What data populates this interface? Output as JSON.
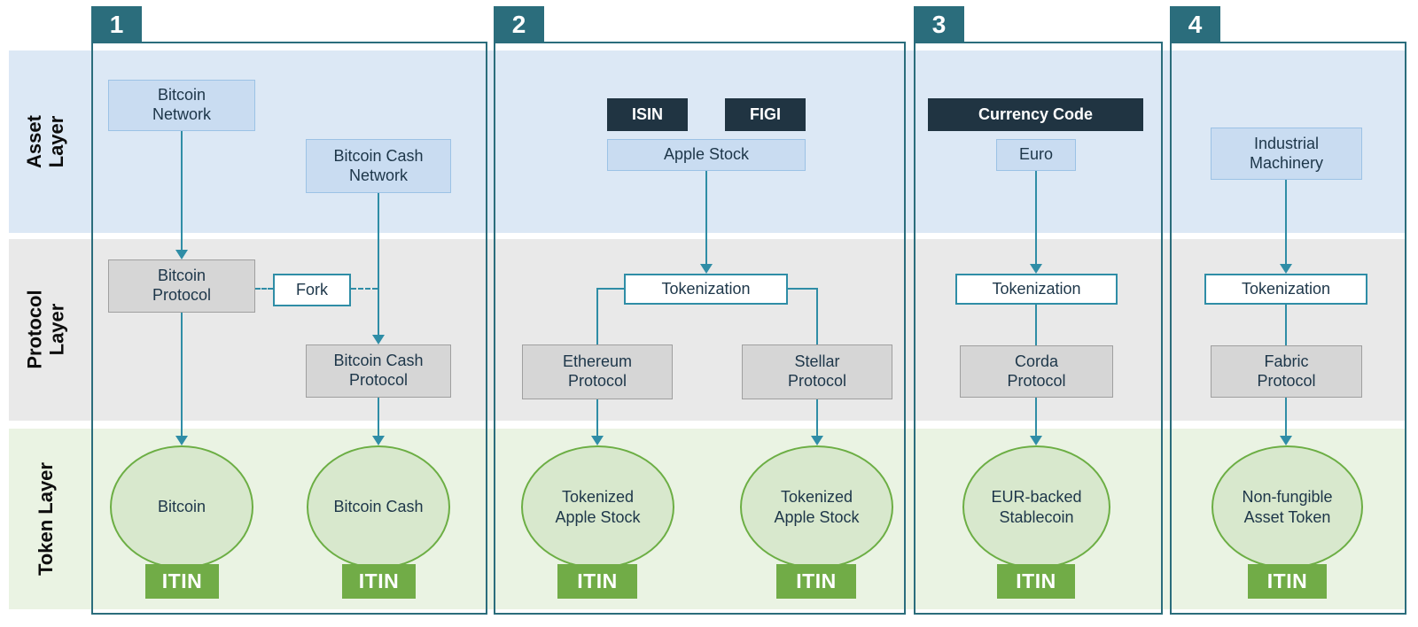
{
  "layers": [
    {
      "label": "Asset\nLayer"
    },
    {
      "label": "Protocol\nLayer"
    },
    {
      "label": "Token Layer"
    }
  ],
  "panels": [
    {
      "number": "1",
      "asset_layer": {
        "bitcoin_network": "Bitcoin\nNetwork",
        "bitcoin_cash_network": "Bitcoin Cash\nNetwork"
      },
      "protocol_layer": {
        "bitcoin_protocol": "Bitcoin\nProtocol",
        "fork": "Fork",
        "bitcoin_cash_protocol": "Bitcoin Cash\nProtocol"
      },
      "token_layer": {
        "bitcoin": "Bitcoin",
        "bitcoin_itin": "ITIN",
        "bitcoin_cash": "Bitcoin Cash",
        "bitcoin_cash_itin": "ITIN"
      }
    },
    {
      "number": "2",
      "asset_layer": {
        "isin": "ISIN",
        "figi": "FIGI",
        "apple_stock": "Apple Stock"
      },
      "protocol_layer": {
        "tokenization": "Tokenization",
        "ethereum_protocol": "Ethereum\nProtocol",
        "stellar_protocol": "Stellar\nProtocol"
      },
      "token_layer": {
        "tokenized_apple_stock_ethereum": "Tokenized\nApple Stock",
        "ethereum_itin": "ITIN",
        "tokenized_apple_stock_stellar": "Tokenized\nApple Stock",
        "stellar_itin": "ITIN"
      }
    },
    {
      "number": "3",
      "asset_layer": {
        "currency_code": "Currency Code",
        "euro": "Euro"
      },
      "protocol_layer": {
        "tokenization": "Tokenization",
        "corda_protocol": "Corda\nProtocol"
      },
      "token_layer": {
        "eur_backed_stablecoin": "EUR-backed\nStablecoin",
        "itin": "ITIN"
      }
    },
    {
      "number": "4",
      "asset_layer": {
        "industrial_machinery": "Industrial\nMachinery"
      },
      "protocol_layer": {
        "tokenization": "Tokenization",
        "fabric_protocol": "Fabric\nProtocol"
      },
      "token_layer": {
        "non_fungible_asset_token": "Non-fungible\nAsset Token",
        "itin": "ITIN"
      }
    }
  ],
  "colors": {
    "panel_teal": "#2b6d7c",
    "arrow_teal": "#2f8da6",
    "asset_band": "#dce8f5",
    "asset_box_fill": "#c9dcf1",
    "asset_box_border": "#9cc2e5",
    "identifier_dark": "#203442",
    "protocol_band": "#e9e9e9",
    "protocol_box_fill": "#d6d6d6",
    "protocol_box_border": "#9f9f9f",
    "token_band": "#eaf3e3",
    "token_circle_fill": "#d8e8cd",
    "token_circle_border": "#6cae44",
    "itin_green": "#71ac47",
    "text_dark": "#1d3649"
  }
}
